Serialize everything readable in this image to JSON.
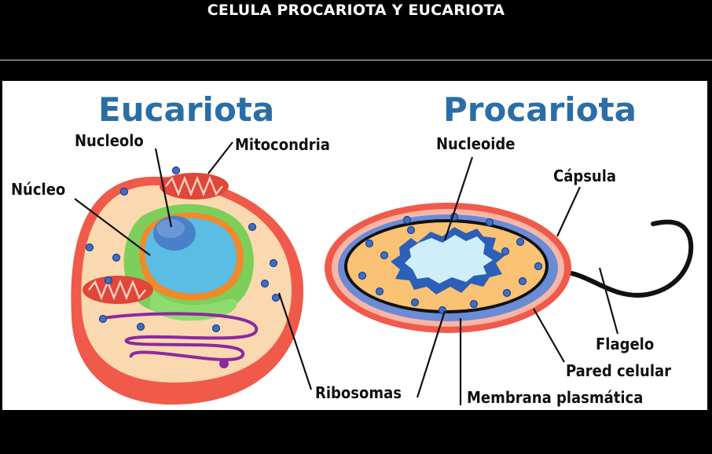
{
  "title": "CELULA PROCARIOTA Y EUCARIOTA",
  "diagram": {
    "eukaryote": {
      "heading": "Eucariota",
      "labels": {
        "nucleolus": "Nucleolo",
        "mitochondria": "Mitocondria",
        "nucleus": "Núcleo",
        "ribosomes": "Ribosomas"
      }
    },
    "prokaryote": {
      "heading": "Procariota",
      "labels": {
        "nucleoid": "Nucleoide",
        "capsule": "Cápsula",
        "flagellum": "Flagelo",
        "cell_wall": "Pared celular",
        "plasma_membrane": "Membrana plasmática"
      }
    },
    "colors": {
      "heading": "#2b6ea6",
      "cell_outer": "#f05a4a",
      "cytoplasm": "#fbd9b0",
      "nucleus": "#5bbde3",
      "nucleolus": "#4a7fc9",
      "er": "#7ccf5a",
      "golgi": "#8a2a9e",
      "mitochondria": "#e0463a",
      "prokaryote_cytoplasm": "#f9c274",
      "nucleoid": "#cfeefa",
      "membrane": "#6a8bd6",
      "ribosome": "#3f6fc4"
    }
  }
}
